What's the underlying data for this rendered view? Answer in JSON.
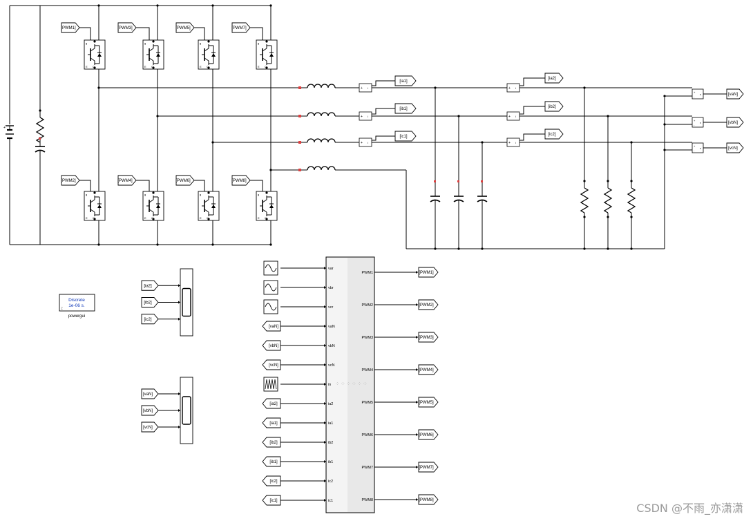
{
  "top_gates": [
    "PWM1",
    "PWM3",
    "PWM5",
    "PWM7"
  ],
  "bottom_gates": [
    "PWM2",
    "PWM4",
    "PWM6",
    "PWM8"
  ],
  "meas1_tags": [
    "ia1",
    "ib1",
    "ic1"
  ],
  "meas2_tags": [
    "ia2",
    "ib2",
    "ic2"
  ],
  "vmeas_tags": [
    "vaN",
    "vbN",
    "vcN"
  ],
  "powergui": {
    "l1": "Discrete",
    "l2": "1e-06 s.",
    "label": "powergui"
  },
  "scope1_inputs": [
    "ia2",
    "ib2",
    "ic2"
  ],
  "scope2_inputs": [
    "vaN",
    "vbN",
    "vcN"
  ],
  "ctrl_inputs": [
    {
      "kind": "sine",
      "port": "var"
    },
    {
      "kind": "sine",
      "port": "vbr"
    },
    {
      "kind": "sine",
      "port": "vcr"
    },
    {
      "kind": "from",
      "tag": "vaN",
      "port": "vaN"
    },
    {
      "kind": "from",
      "tag": "vbN",
      "port": "vbN"
    },
    {
      "kind": "from",
      "tag": "vcN",
      "port": "vcN"
    },
    {
      "kind": "tri",
      "port": "in"
    },
    {
      "kind": "from",
      "tag": "ia2",
      "port": "ia2"
    },
    {
      "kind": "from",
      "tag": "ia1",
      "port": "ia1"
    },
    {
      "kind": "from",
      "tag": "ib2",
      "port": "ib2"
    },
    {
      "kind": "from",
      "tag": "ib1",
      "port": "ib1"
    },
    {
      "kind": "from",
      "tag": "ic2",
      "port": "ic2"
    },
    {
      "kind": "from",
      "tag": "ic1",
      "port": "ic1"
    }
  ],
  "ctrl_outputs": [
    "PWM1",
    "PWM2",
    "PWM3",
    "PWM4",
    "PWM5",
    "PWM6",
    "PWM7",
    "PWM8"
  ],
  "watermark": "CSDN @不雨_亦潇潇"
}
